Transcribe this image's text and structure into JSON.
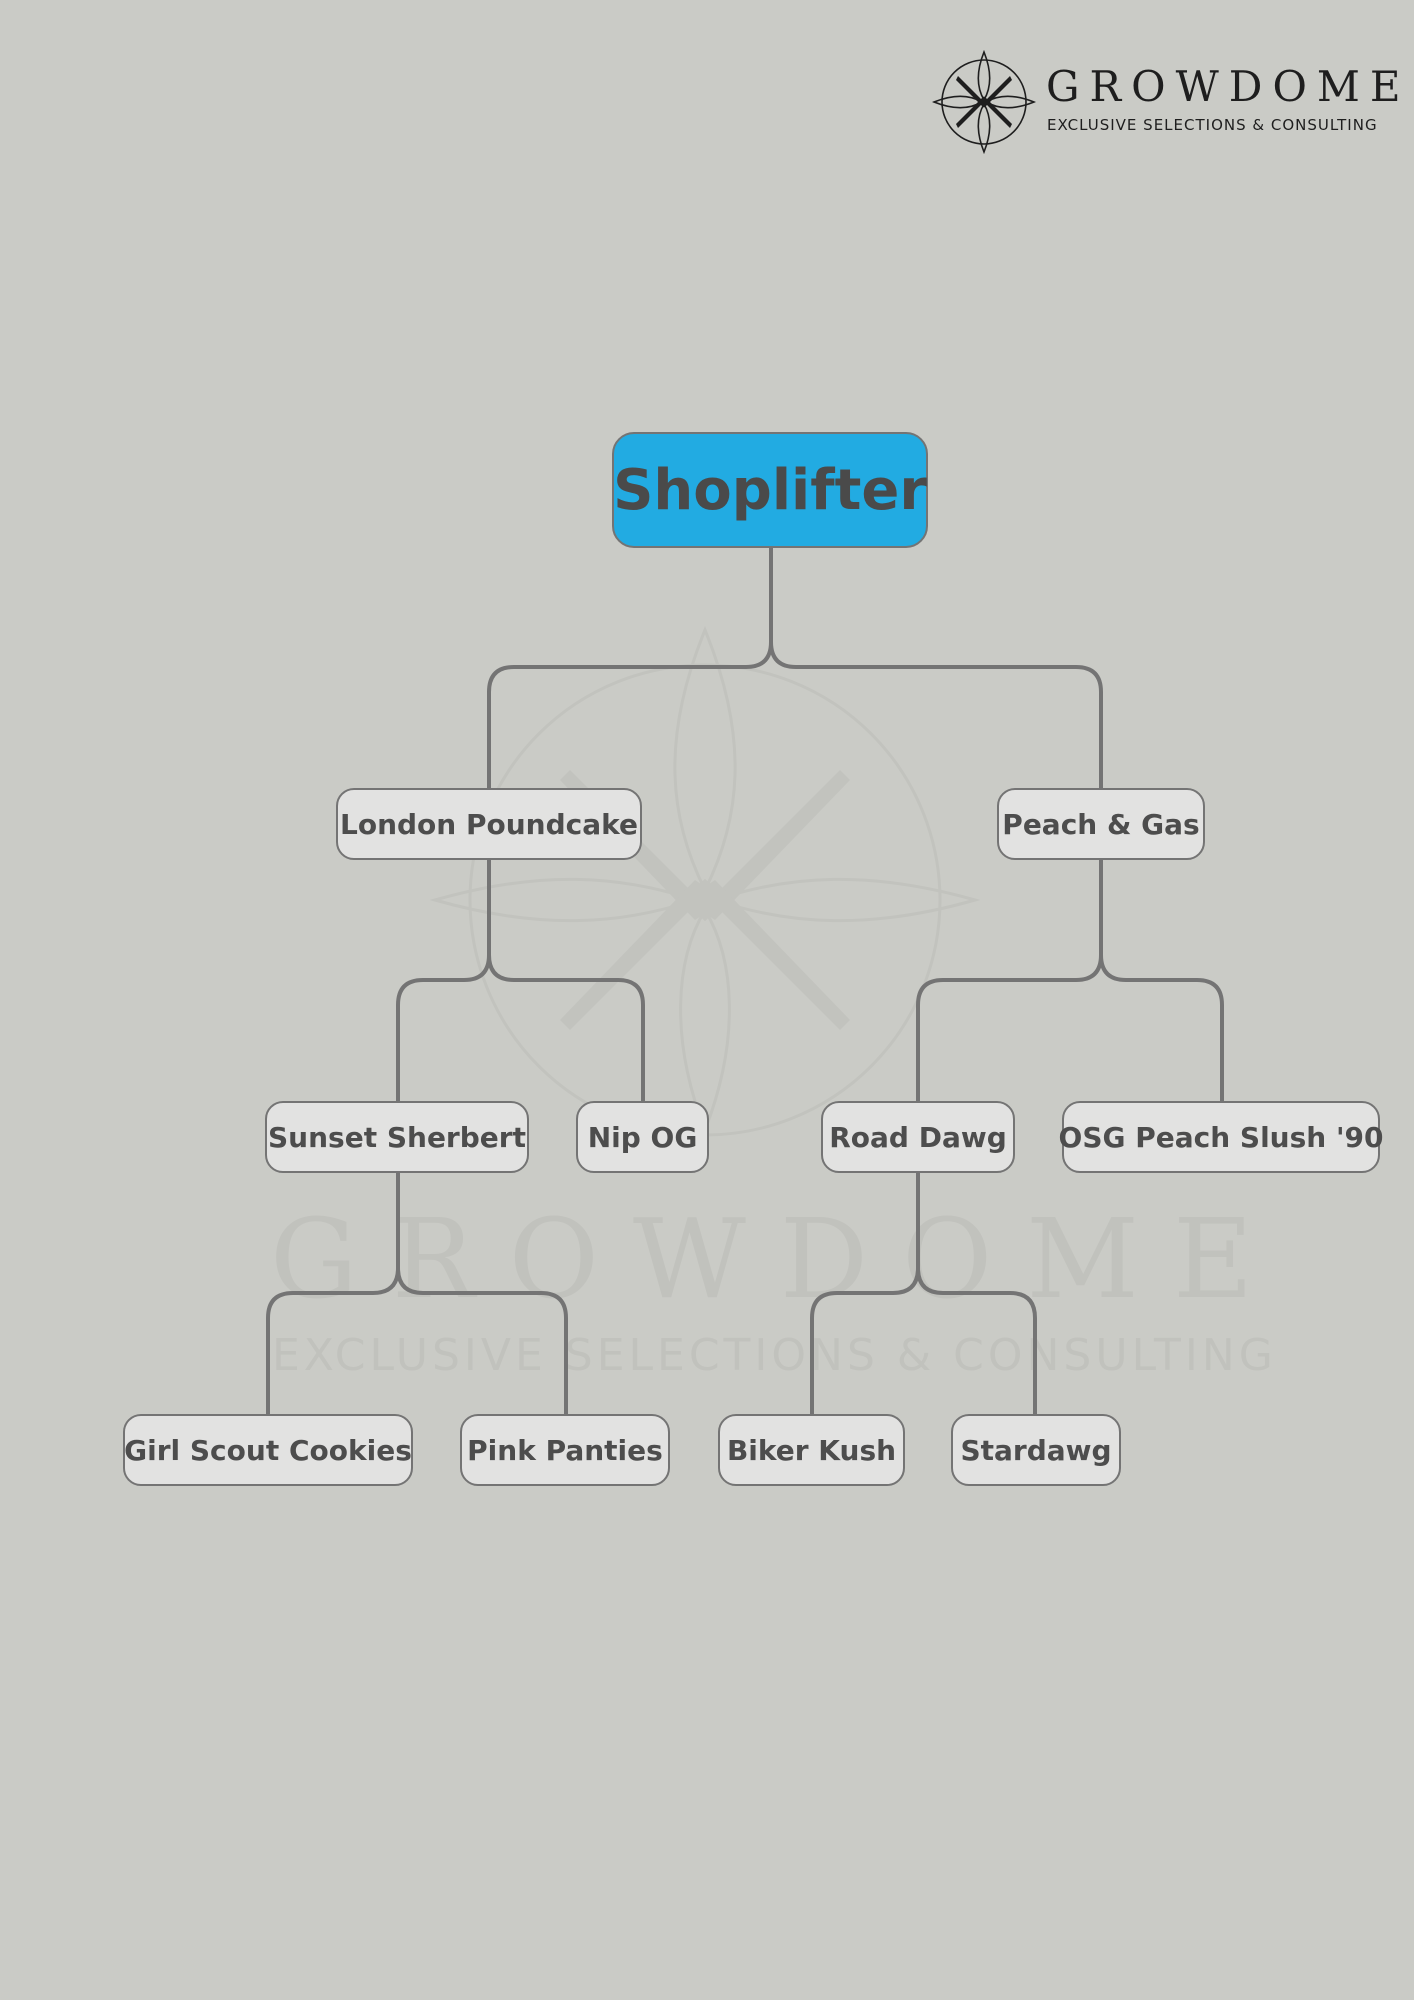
{
  "brand": {
    "name": "GROWDOME",
    "tagline": "EXCLUSIVE SELECTIONS & CONSULTING",
    "logo_icon": "cannabis-leaf-compass-icon"
  },
  "watermark": {
    "name": "GROWDOME",
    "tagline": "EXCLUSIVE SELECTIONS & CONSULTING"
  },
  "tree": {
    "root": "Shoplifter",
    "parents": {
      "left": "London Poundcake",
      "right": "Peach & Gas"
    },
    "grandparents": {
      "left_left": "Sunset Sherbert",
      "left_right": "Nip OG",
      "right_left": "Road Dawg",
      "right_right": "OSG Peach Slush '90"
    },
    "great_grandparents": {
      "sunset_left": "Girl Scout Cookies",
      "sunset_right": "Pink Panties",
      "road_left": "Biker Kush",
      "road_right": "Stardawg"
    }
  },
  "colors": {
    "background": "#cacbc6",
    "root_fill": "#22abe2",
    "node_fill": "#e2e2e1",
    "connector": "#747474",
    "text": "#4d4d4d"
  }
}
